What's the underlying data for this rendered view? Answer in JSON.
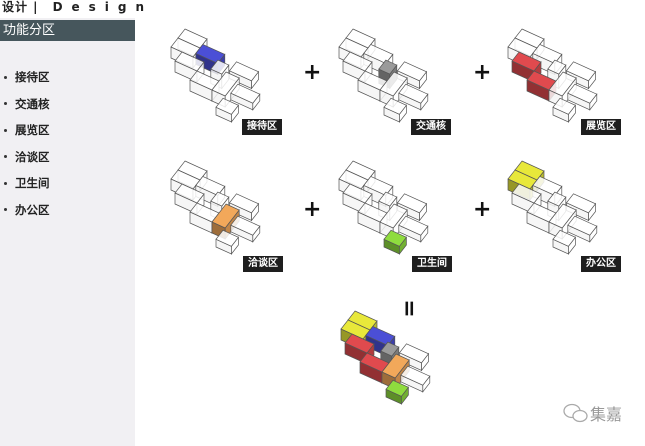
{
  "header": {
    "cn": "设计 |",
    "en": "Design"
  },
  "sidebar": {
    "title": "功能分区",
    "items": [
      {
        "label": "接待区"
      },
      {
        "label": "交通核"
      },
      {
        "label": "展览区"
      },
      {
        "label": "洽谈区"
      },
      {
        "label": "卫生间"
      },
      {
        "label": "办公区"
      }
    ]
  },
  "diagrams": [
    {
      "label": "接待区",
      "color": "#4b4fd6"
    },
    {
      "label": "交通核",
      "color": "#9a9a9a"
    },
    {
      "label": "展览区",
      "color": "#e04a4e"
    },
    {
      "label": "洽谈区",
      "color": "#f2a85a"
    },
    {
      "label": "卫生间",
      "color": "#8fdc3e"
    },
    {
      "label": "办公区",
      "color": "#e8e83a"
    }
  ],
  "operators": {
    "plus": "+",
    "equals": "="
  },
  "watermark": {
    "text": "集嘉",
    "icon": "wechat-icon"
  }
}
